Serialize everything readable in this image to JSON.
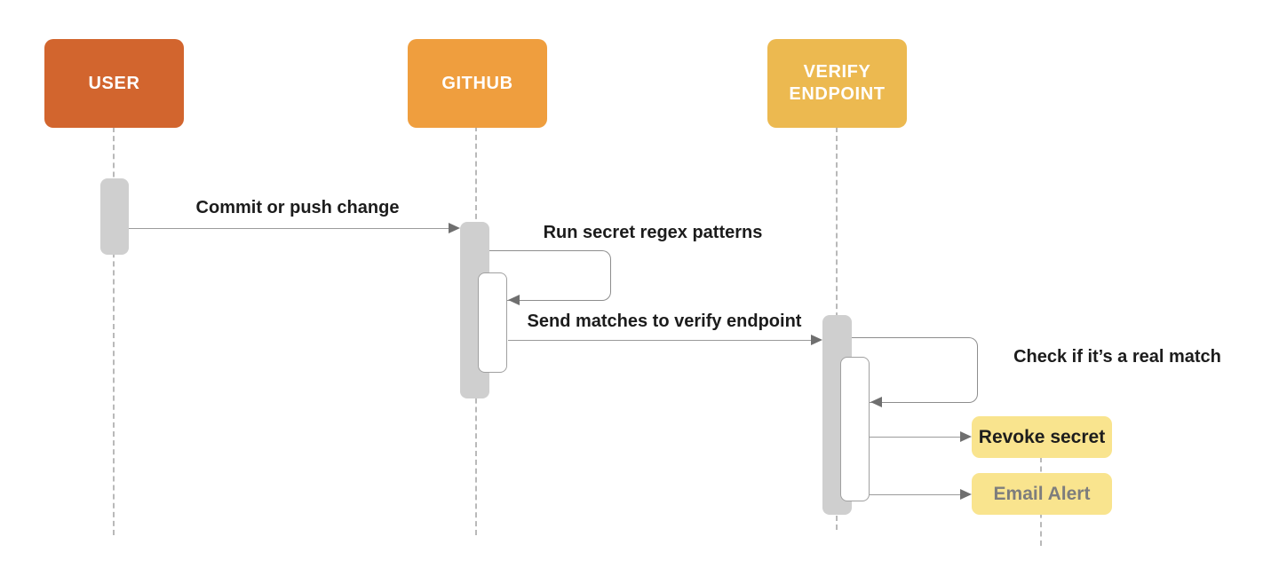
{
  "diagram": {
    "type": "sequence-diagram",
    "background": "#ffffff",
    "actors": [
      {
        "id": "user",
        "label": "USER",
        "fill": "#d2652e",
        "text_color": "#ffffff"
      },
      {
        "id": "github",
        "label": "GITHUB",
        "fill": "#ef9e3e",
        "text_color": "#ffffff"
      },
      {
        "id": "verify-endpoint",
        "label": "VERIFY ENDPOINT",
        "fill": "#ecb950",
        "text_color": "#ffffff"
      }
    ],
    "messages": [
      {
        "from": "user",
        "to": "github",
        "kind": "solid-arrow",
        "label": "Commit or push change"
      },
      {
        "from": "github",
        "to": "github",
        "kind": "self-loop",
        "label": "Run secret regex patterns"
      },
      {
        "from": "github",
        "to": "verify-endpoint",
        "kind": "solid-arrow",
        "label": "Send matches to verify endpoint"
      },
      {
        "from": "verify-endpoint",
        "to": "verify-endpoint",
        "kind": "self-loop",
        "label": "Check if it’s a real match"
      },
      {
        "from": "verify-endpoint",
        "to": "revoke-secret",
        "kind": "solid-arrow",
        "label": ""
      },
      {
        "from": "verify-endpoint",
        "to": "email-alert",
        "kind": "solid-arrow",
        "label": ""
      }
    ],
    "nodes": [
      {
        "id": "revoke-secret",
        "label": "Revoke secret",
        "fill": "#f9e48e",
        "text_color": "#1d1d1d"
      },
      {
        "id": "email-alert",
        "label": "Email Alert",
        "fill": "#f9e48e",
        "text_color": "#7d7d7d"
      }
    ],
    "colors": {
      "activation_fill": "#cfcfcf",
      "nested_activation_fill": "#ffffff",
      "nested_activation_border": "#a0a0a0",
      "lifeline": "#b9b9b9",
      "message_line": "#9b9b9b",
      "arrowhead": "#6f6f6f",
      "label_text": "#1c1c1c"
    }
  }
}
